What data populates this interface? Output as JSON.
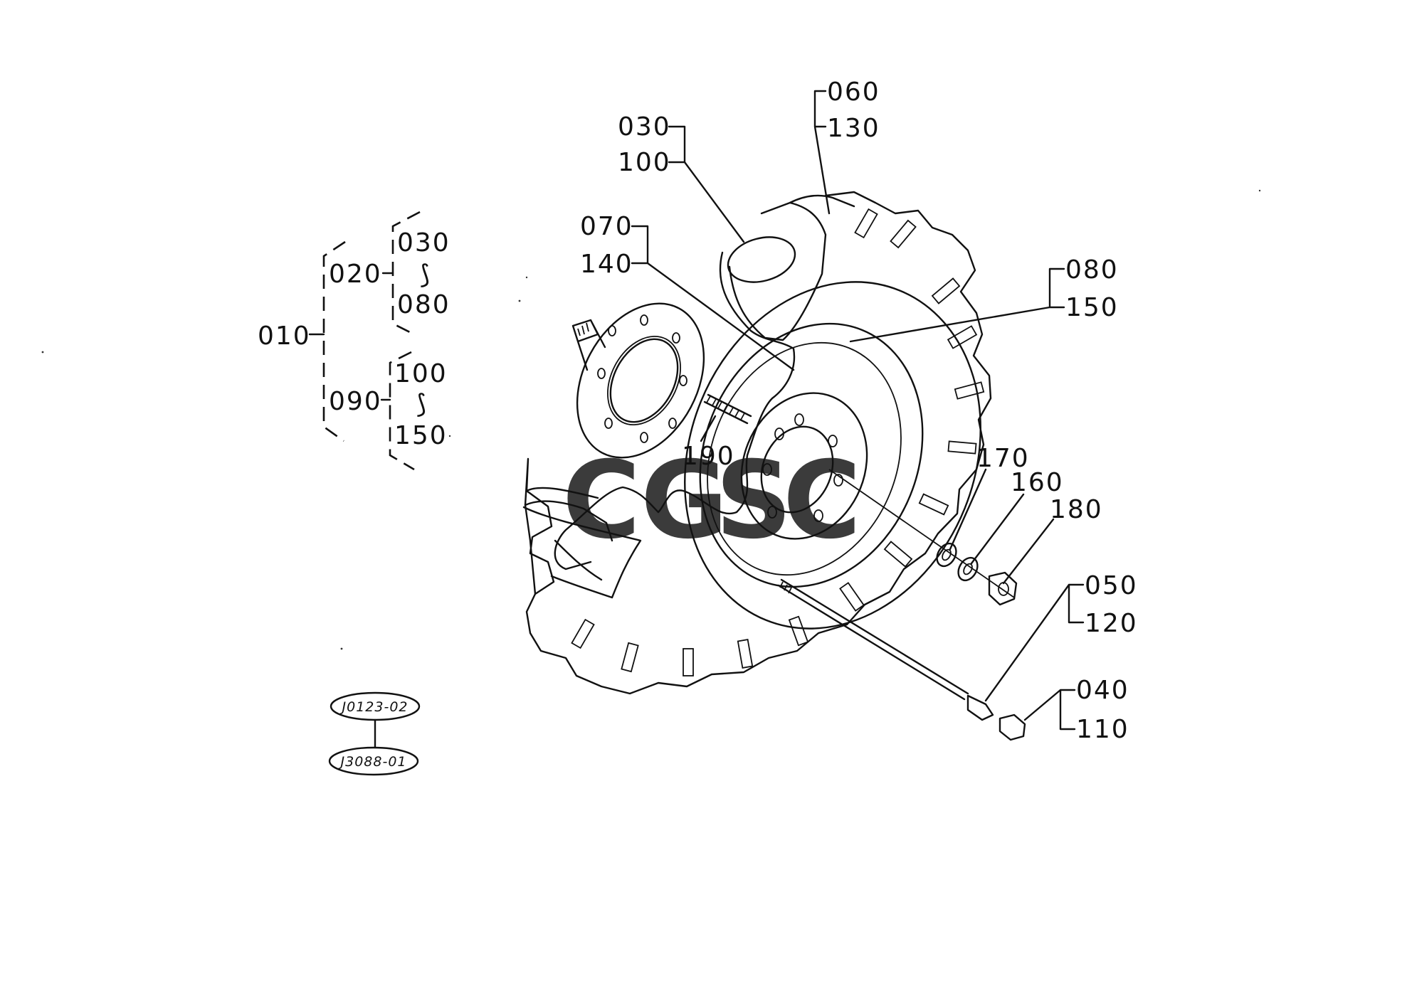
{
  "tree": {
    "root": "010",
    "groups": [
      {
        "id": "020",
        "from": "030",
        "range_mark": "⟆",
        "to": "080"
      },
      {
        "id": "090",
        "from": "100",
        "range_mark": "⟆",
        "to": "150"
      }
    ]
  },
  "callouts": {
    "c030": "030",
    "c100": "100",
    "c060": "060",
    "c130": "130",
    "c070": "070",
    "c140": "140",
    "c080": "080",
    "c150": "150",
    "c190": "190",
    "c170": "170",
    "c160": "160",
    "c180": "180",
    "c050": "050",
    "c120": "120",
    "c040": "040",
    "c110": "110"
  },
  "references": {
    "top": "J0123-02",
    "bottom": "J3088-01"
  },
  "watermark": {
    "letters": [
      "C",
      "G",
      "S",
      "C"
    ],
    "colors": [
      "#4285F4",
      "#EA4335",
      "#FBBC05",
      "#34A853"
    ]
  }
}
